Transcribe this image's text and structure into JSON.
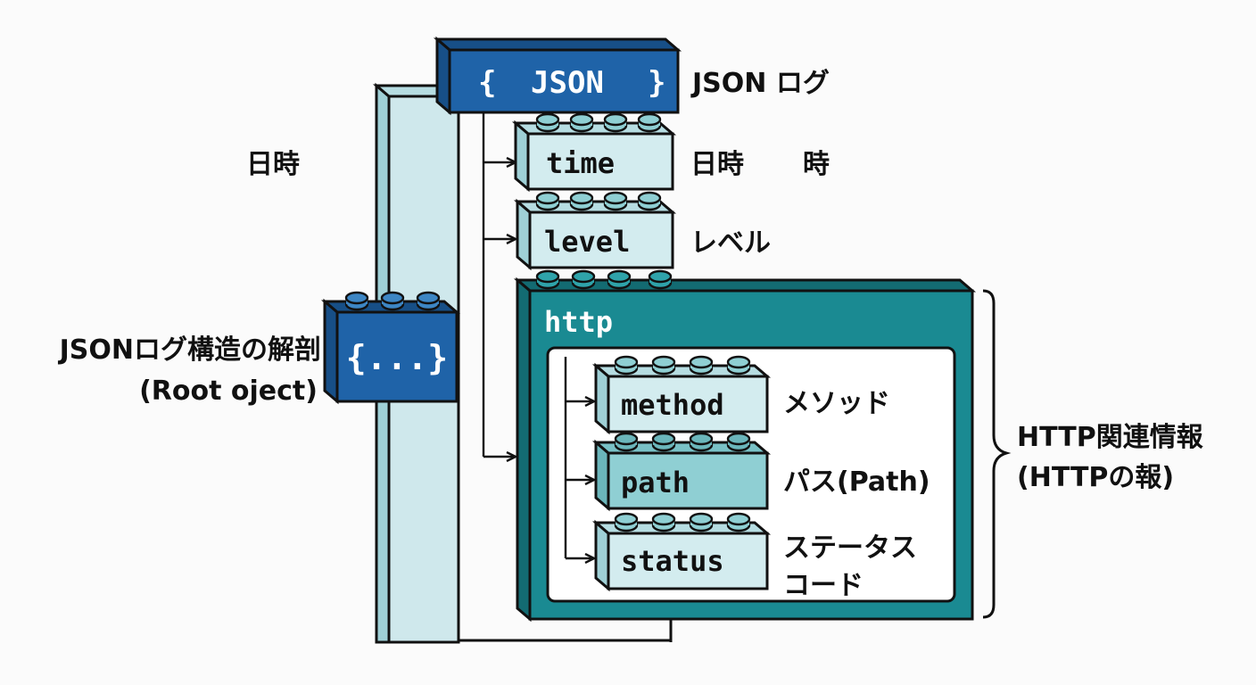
{
  "colors": {
    "blue": "#1f63a8",
    "blue_dark": "#174f87",
    "teal": "#1a8a92",
    "teal_dark": "#136b72",
    "light_block": "#d3ecef",
    "light_block_top": "#b6dde2",
    "path_block": "#8fcfd3",
    "pillar": "#cfe8ec",
    "outline": "#111111"
  },
  "root": {
    "label": "{...}",
    "caption_line1": "JSONログ構造の解剖",
    "caption_line2": "(Root oject)"
  },
  "left_note": "日時",
  "json_header": {
    "brace_open": "{",
    "label": "JSON",
    "brace_close": "}",
    "caption": "JSON ログ"
  },
  "fields": [
    {
      "key": "time",
      "desc": "日時",
      "extra": "時"
    },
    {
      "key": "level",
      "desc": "レベル"
    }
  ],
  "http": {
    "label": "http",
    "bracket_caption_line1": "HTTP関連情報",
    "bracket_caption_line2": "(HTTPの報)",
    "children": [
      {
        "key": "method",
        "desc_line1": "メソッド"
      },
      {
        "key": "path",
        "desc_line1": "パス(Path)"
      },
      {
        "key": "status",
        "desc_line1": "ステータス",
        "desc_line2": "コード"
      }
    ]
  }
}
